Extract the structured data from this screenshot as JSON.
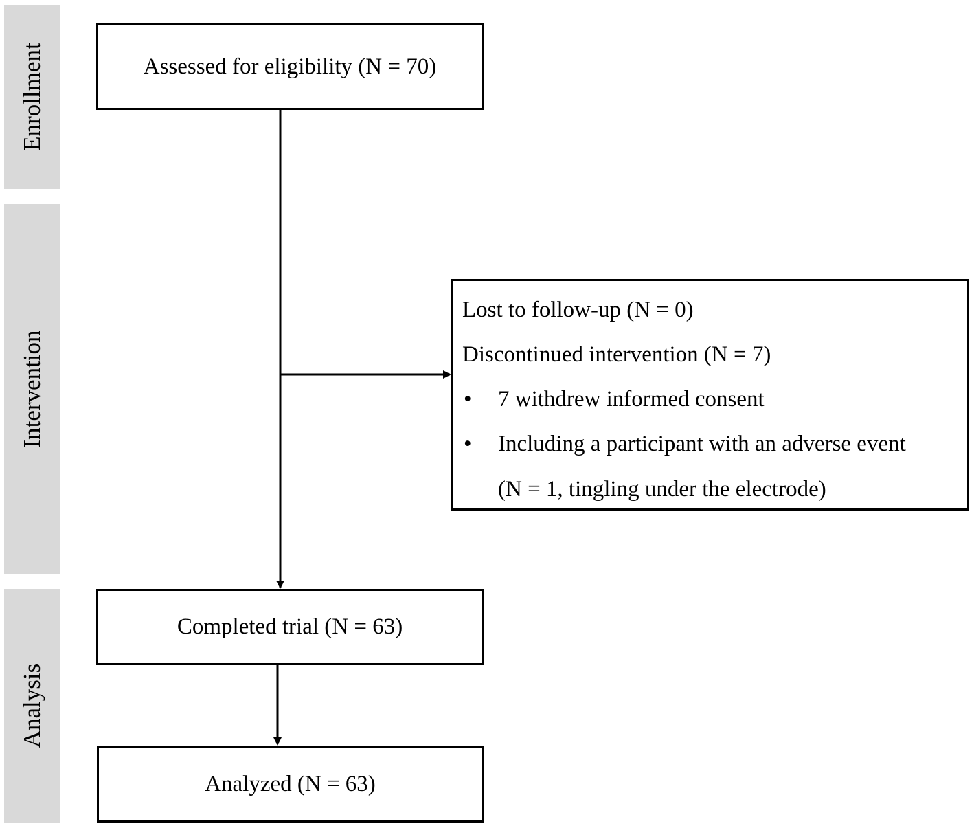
{
  "stages": {
    "enrollment": "Enrollment",
    "intervention": "Intervention",
    "analysis": "Analysis"
  },
  "boxes": {
    "assessed": "Assessed for eligibility (N = 70)",
    "completed": "Completed trial (N = 63)",
    "analyzed": "Analyzed (N = 63)"
  },
  "exclusion": {
    "lost": "Lost to follow-up (N = 0)",
    "discontinued": "Discontinued intervention (N = 7)",
    "bullets": [
      "7 withdrew informed consent",
      "Including a participant with an adverse event"
    ],
    "continuation": "(N = 1, tingling under the electrode)",
    "bullet_symbol": "•"
  },
  "colors": {
    "stage_bar": "#d9d9d9",
    "line": "#000000"
  }
}
